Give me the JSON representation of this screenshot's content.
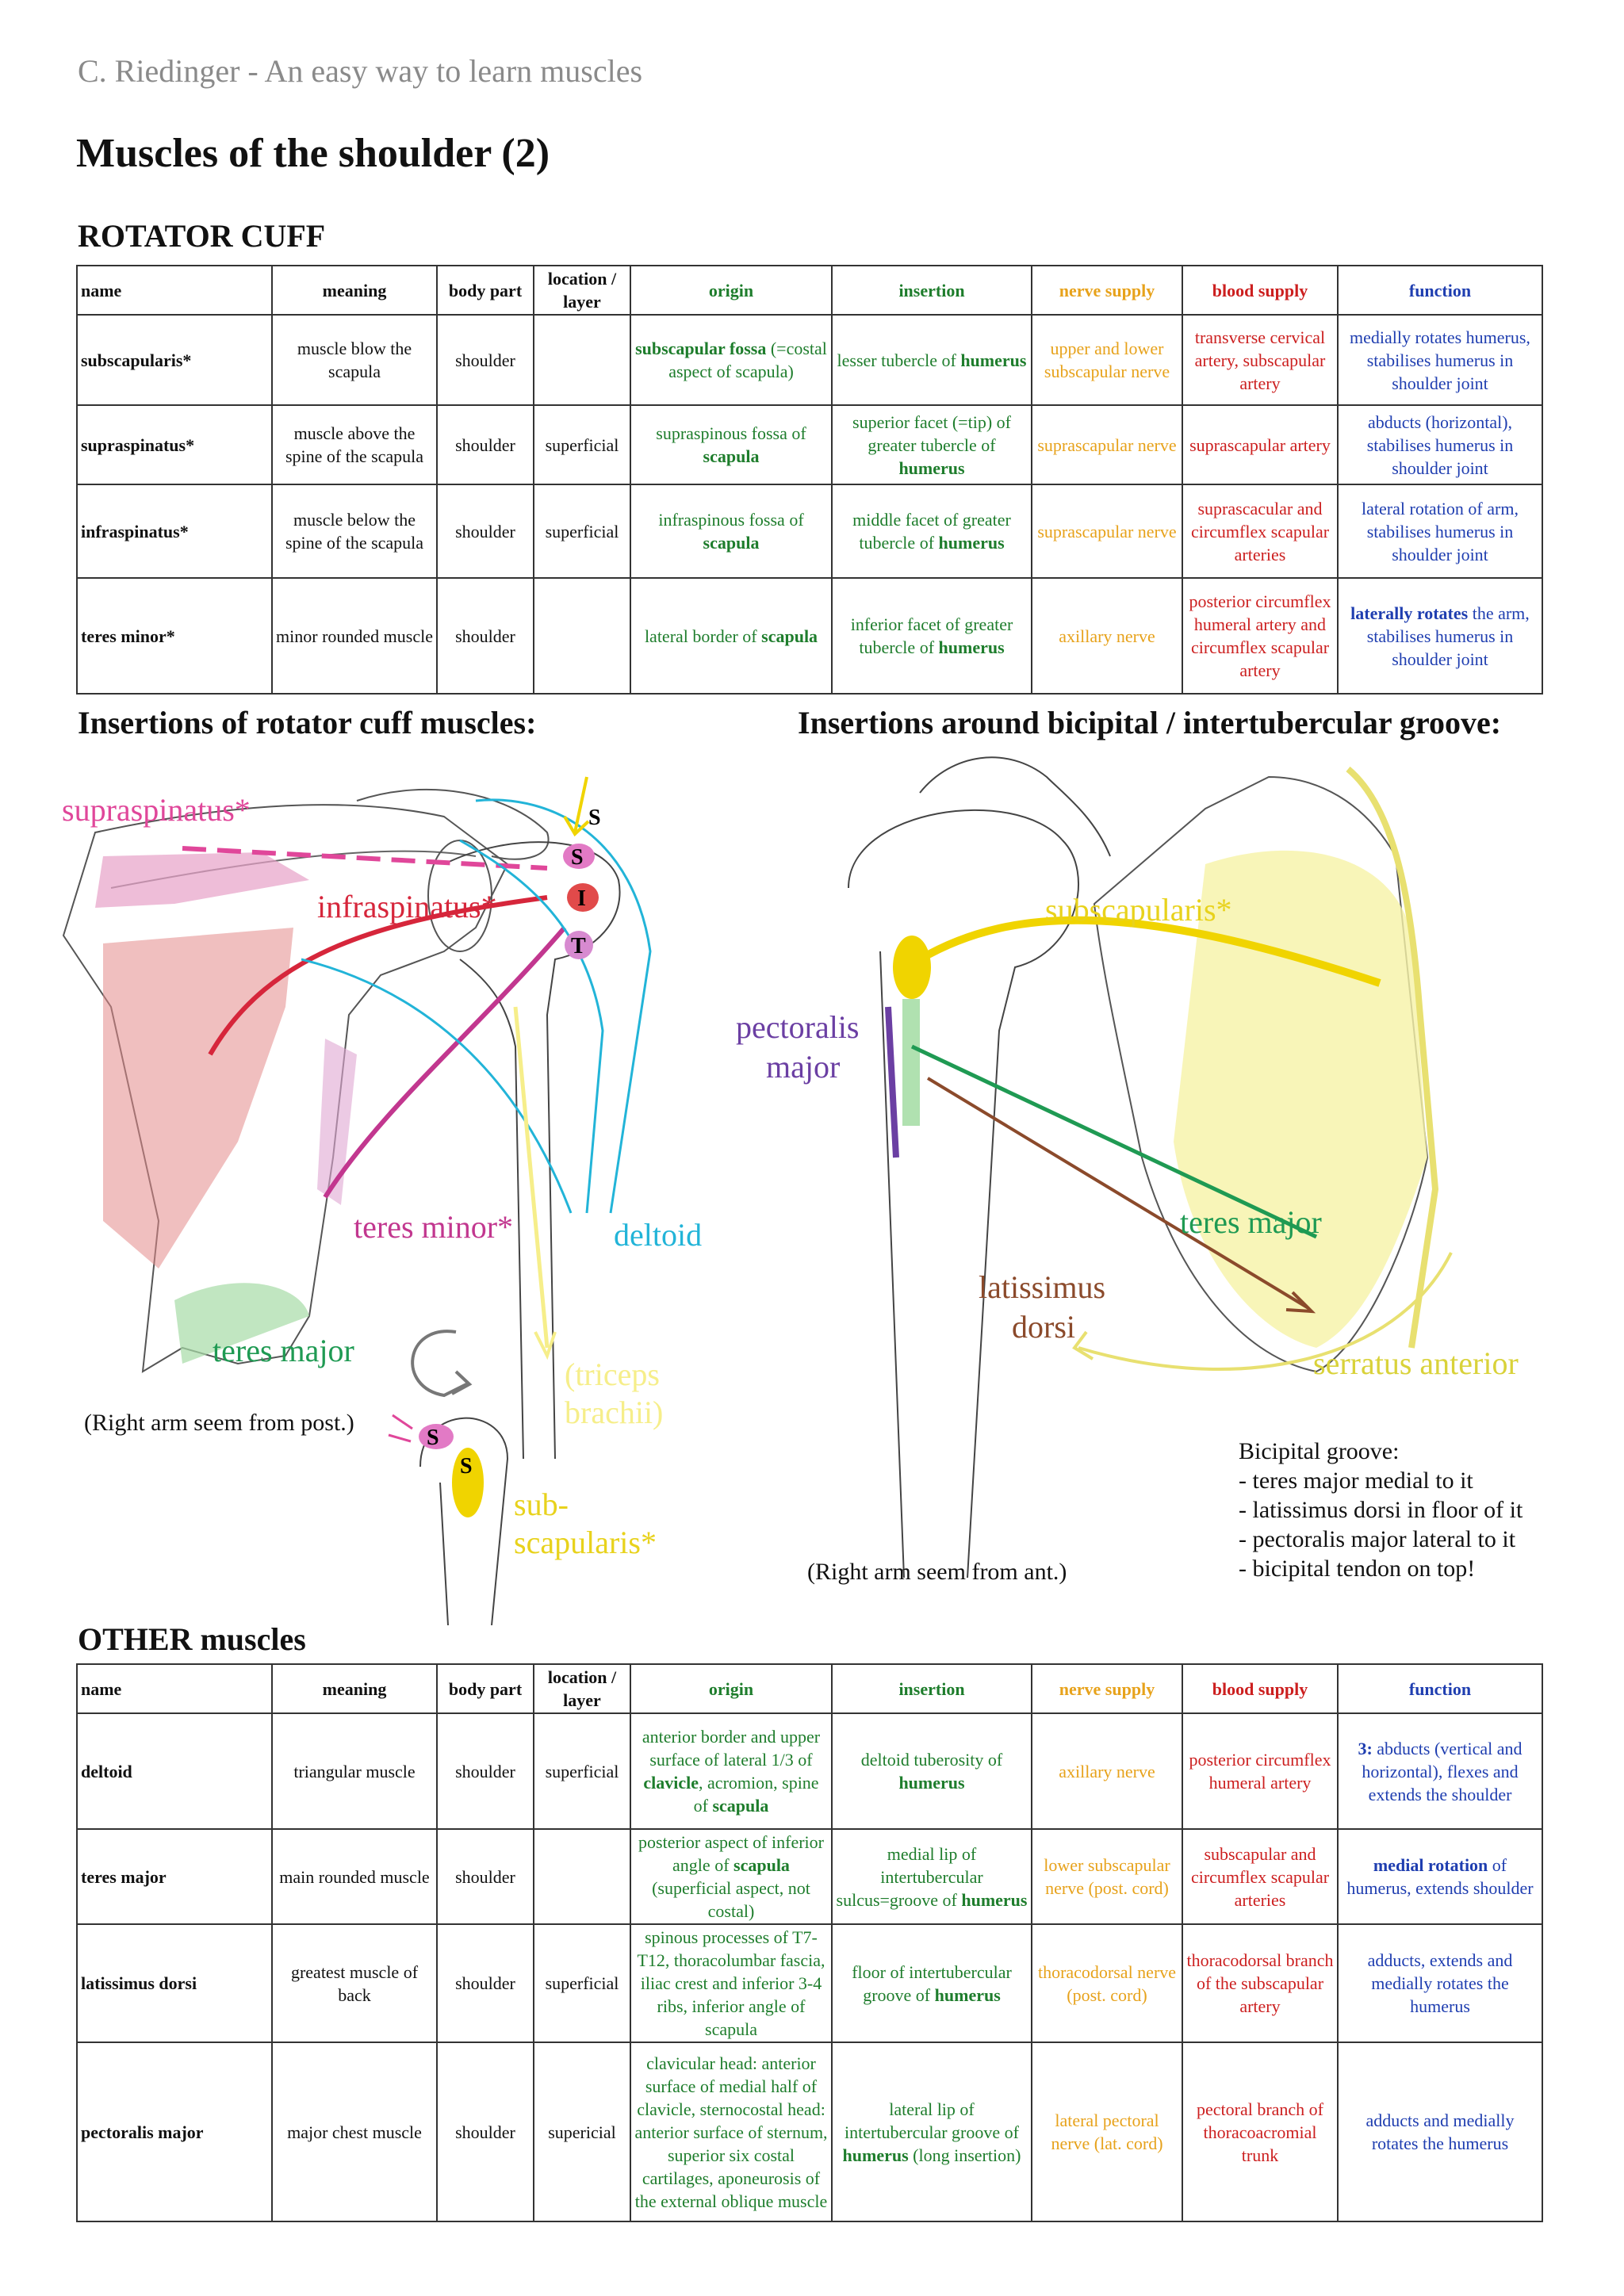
{
  "header": {
    "author": "C. Riedinger - An easy way to learn muscles",
    "title": "Muscles of the shoulder (2)"
  },
  "rotator_cuff": {
    "section_title": "ROTATOR CUFF",
    "columns": [
      "name",
      "meaning",
      "body part",
      "location / layer",
      "origin",
      "insertion",
      "nerve supply",
      "blood supply",
      "function"
    ],
    "rows": [
      {
        "name": "subscapularis*",
        "meaning": "muscle blow the scapula",
        "body_part": "shoulder",
        "layer": "",
        "origin": "<b>subscapular fossa</b> (=costal aspect of scapula)",
        "insertion": "lesser tubercle of <b>humerus</b>",
        "nerve": "upper and lower subscapular nerve",
        "blood": "transverse cervical artery, subscapular artery",
        "function": "medially rotates humerus, stabilises humerus in shoulder joint"
      },
      {
        "name": "supraspinatus*",
        "meaning": "muscle above the spine of the scapula",
        "body_part": "shoulder",
        "layer": "superficial",
        "origin": "supraspinous fossa of <b>scapula</b>",
        "insertion": "superior facet (=tip) of greater tubercle of <b>humerus</b>",
        "nerve": "suprascapular nerve",
        "blood": "suprascapular artery",
        "function": "abducts (horizontal), stabilises humerus in shoulder joint"
      },
      {
        "name": "infraspinatus*",
        "meaning": "muscle below the spine of the scapula",
        "body_part": "shoulder",
        "layer": "superficial",
        "origin": "infraspinous fossa of <b>scapula</b>",
        "insertion": "middle facet of greater tubercle of <b>humerus</b>",
        "nerve": "suprascapular nerve",
        "blood": "suprascacular and circumflex scapular arteries",
        "function": "lateral rotation of arm, stabilises humerus in shoulder joint"
      },
      {
        "name": "teres minor*",
        "meaning": "minor rounded muscle",
        "body_part": "shoulder",
        "layer": "",
        "origin": "lateral border of <b>scapula</b>",
        "insertion": "inferior facet of greater tubercle of <b>humerus</b>",
        "nerve": "axillary nerve",
        "blood": "posterior circumflex humeral artery and circumflex scapular artery",
        "function": "<b>laterally rotates</b> the arm, stabilises humerus in shoulder joint"
      }
    ]
  },
  "fig_left": {
    "title": "Insertions of rotator cuff muscles:",
    "labels": {
      "supraspinatus": "supraspinatus*",
      "infraspinatus": "infraspinatus*",
      "teres_minor": "teres minor*",
      "deltoid": "deltoid",
      "teres_major": "teres major",
      "triceps": "(triceps brachii)",
      "subscapularis_1": "sub-",
      "subscapularis_2": "scapularis*",
      "facet_s1": "S",
      "facet_s2": "S",
      "facet_i": "I",
      "facet_t": "T",
      "small_s1": "S",
      "small_s2": "S"
    },
    "note": "(Right arm seem from post.)"
  },
  "fig_right": {
    "title": "Insertions around bicipital / intertubercular groove:",
    "labels": {
      "subscapularis": "subscapularis*",
      "pectoralis_1": "pectoralis",
      "pectoralis_2": "major",
      "teres_major": "teres major",
      "latissimus_1": "latissimus",
      "latissimus_2": "dorsi",
      "serratus": "serratus anterior"
    },
    "note": "(Right arm seem from ant.)",
    "groove_notes": [
      "Bicipital groove:",
      "- teres major medial to it",
      "- latissimus dorsi in floor of it",
      "- pectoralis major lateral to it",
      "- bicipital tendon on top!"
    ]
  },
  "other_muscles": {
    "section_title": "OTHER muscles",
    "columns": [
      "name",
      "meaning",
      "body part",
      "location / layer",
      "origin",
      "insertion",
      "nerve supply",
      "blood supply",
      "function"
    ],
    "rows": [
      {
        "name": "deltoid",
        "meaning": "triangular muscle",
        "body_part": "shoulder",
        "layer": "superficial",
        "origin": "anterior border and upper surface of lateral 1/3 of <b>clavicle</b>, acromion, spine of <b>scapula</b>",
        "insertion": "deltoid tuberosity of <b>humerus</b>",
        "nerve": "axillary nerve",
        "blood": "posterior circumflex humeral artery",
        "function": "<b>3:</b> abducts (vertical and horizontal), flexes and extends the shoulder"
      },
      {
        "name": "teres major",
        "meaning": "main rounded muscle",
        "body_part": "shoulder",
        "layer": "",
        "origin": "posterior aspect of inferior angle of <b>scapula</b> (superficial aspect, not costal)",
        "insertion": "medial lip of intertubercular sulcus=groove of <b>humerus</b>",
        "nerve": "lower subscapular nerve (post. cord)",
        "blood": "subscapular and circumflex scapular arteries",
        "function": "<b>medial rotation</b> of humerus, extends shoulder"
      },
      {
        "name": "latissimus dorsi",
        "meaning": "greatest muscle of back",
        "body_part": "shoulder",
        "layer": "superficial",
        "origin": "spinous processes of T7-T12, thoracolumbar fascia, iliac crest and inferior 3-4 ribs, inferior angle of scapula",
        "insertion": "floor of intertubercular groove of <b>humerus</b>",
        "nerve": "thoracodorsal nerve (post. cord)",
        "blood": "thoracodorsal branch of the subscapular artery",
        "function": "adducts, extends and medially rotates the humerus"
      },
      {
        "name": "pectoralis major",
        "meaning": "major chest muscle",
        "body_part": "shoulder",
        "layer": "supericial",
        "origin": "clavicular head: anterior surface of medial half of clavicle, sternocostal head: anterior surface of sternum, superior six costal cartilages, aponeurosis of the external oblique muscle",
        "insertion": "lateral lip of intertubercular groove of <b>humerus</b> (long insertion)",
        "nerve": "lateral pectoral nerve (lat. cord)",
        "blood": "pectoral branch of thoracoacromial trunk",
        "function": "adducts and medially rotates the humerus"
      }
    ]
  },
  "colors": {
    "origin_insertion": "#1e7d2c",
    "nerve": "#e7a21b",
    "blood": "#cc1f1f",
    "function": "#1f3eb0",
    "supraspinatus": "#e0479a",
    "infraspinatus": "#d6263b",
    "teres_minor": "#c2378f",
    "deltoid": "#22b4d8",
    "teres_major": "#1f9a53",
    "triceps": "#f6ee8a",
    "subscapularis": "#f0d400",
    "pectoralis": "#6b3fa3",
    "latissimus": "#8b4a2b",
    "serratus": "#d9d23a"
  }
}
